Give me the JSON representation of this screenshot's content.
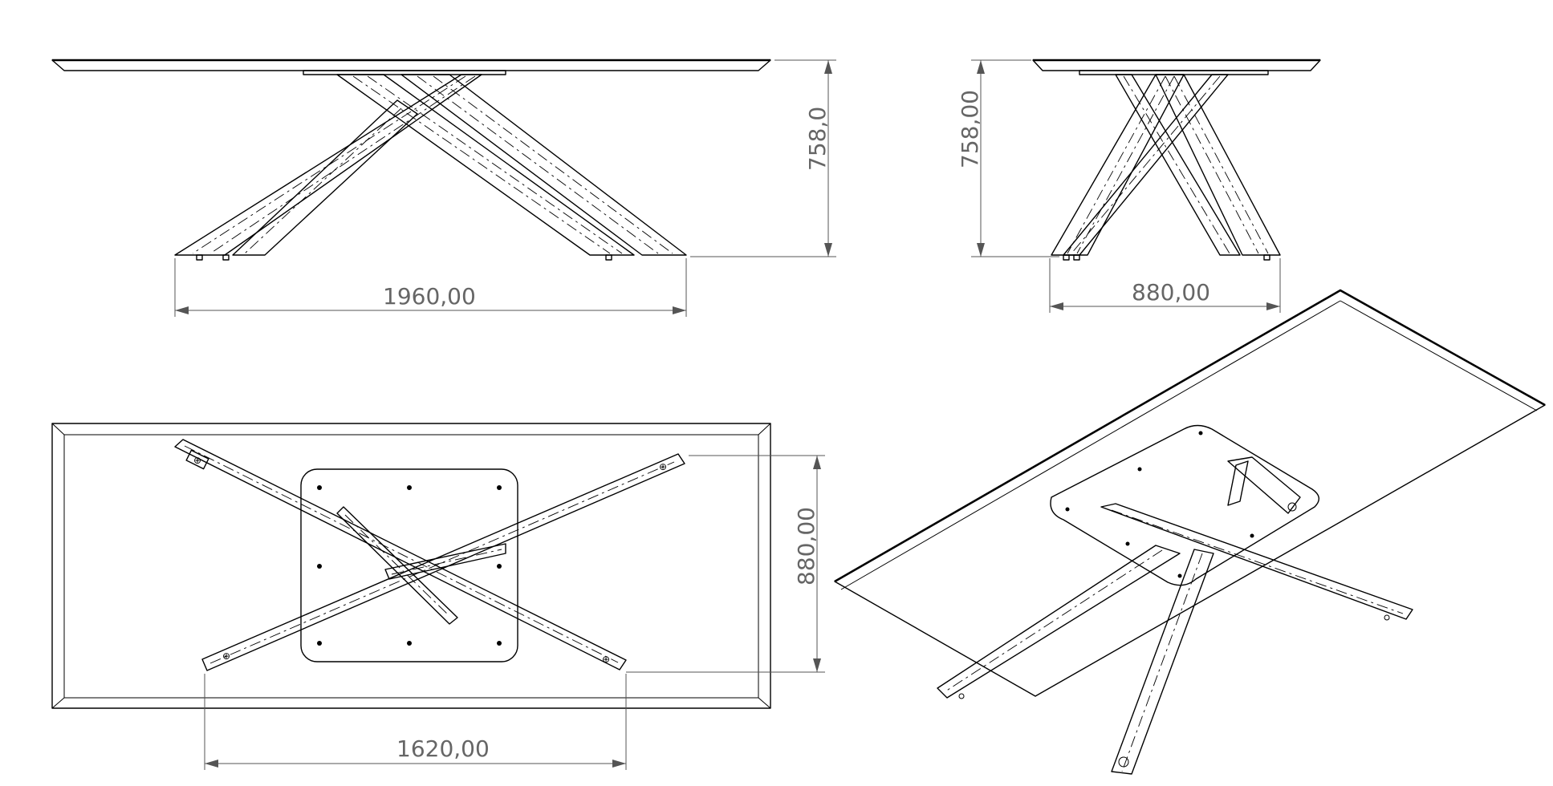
{
  "dimensions": {
    "front_height": "758,0",
    "front_width": "1960,00",
    "side_height": "758,00",
    "side_width": "880,00",
    "top_depth": "880,00",
    "top_leg_span": "1620,00"
  },
  "views": [
    "front-view",
    "side-view",
    "top-view",
    "isometric-view"
  ]
}
